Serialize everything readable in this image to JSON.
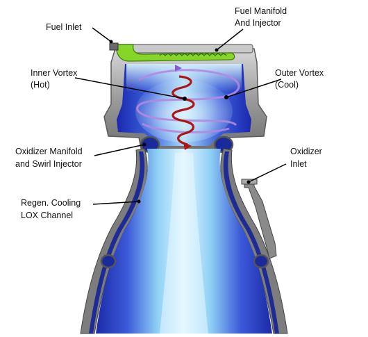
{
  "labels": {
    "fuel_inlet": "Fuel Inlet",
    "fuel_manifold_1": "Fuel Manifold",
    "fuel_manifold_2": "And Injector",
    "inner_vortex_1": "Inner Vortex",
    "inner_vortex_2": "(Hot)",
    "outer_vortex_1": "Outer Vortex",
    "outer_vortex_2": "(Cool)",
    "oxidizer_manifold_1": "Oxidizer Manifold",
    "oxidizer_manifold_2": "and Swirl Injector",
    "oxidizer_inlet_1": "Oxidizer",
    "oxidizer_inlet_2": "Inlet",
    "regen_cooling_1": "Regen. Cooling",
    "regen_cooling_2": "LOX Channel"
  },
  "colors": {
    "metal": "#8a8a8a",
    "fuel": "#86d62a",
    "oxidizer_channel": "#1a2a9a",
    "inner_vortex": "#b01515",
    "outer_vortex": "#b08ae0",
    "plume_core": "#cfeefd",
    "plume_edge": "#2a3fc4"
  }
}
